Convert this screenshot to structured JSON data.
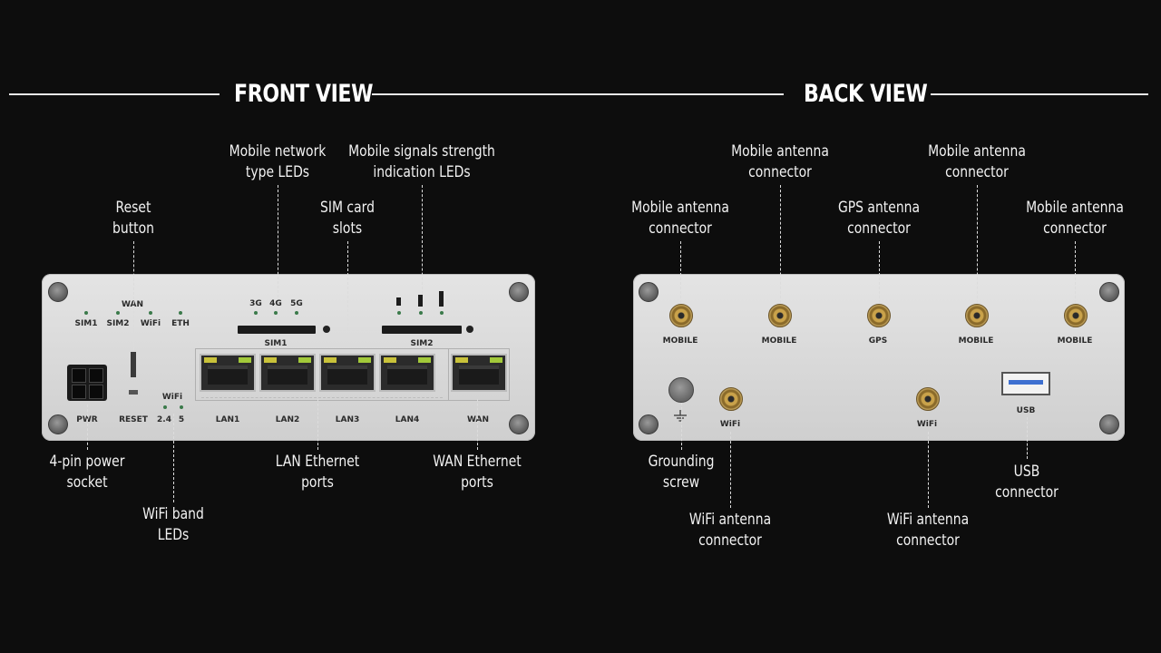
{
  "front": {
    "heading": "FRONT VIEW",
    "callouts": {
      "reset": [
        "Reset",
        "button"
      ],
      "net_type": [
        "Mobile network",
        "type LEDs"
      ],
      "signal": [
        "Mobile signals strength",
        "indication LEDs"
      ],
      "sim": [
        "SIM card",
        "slots"
      ],
      "power": [
        "4-pin power",
        "socket"
      ],
      "wifi_band": [
        "WiFi band",
        "LEDs"
      ],
      "lan": [
        "LAN Ethernet",
        "ports"
      ],
      "wan": [
        "WAN Ethernet",
        "ports"
      ]
    },
    "panel_labels": {
      "wan": "WAN",
      "sim1_led": "SIM1",
      "sim2_led": "SIM2",
      "wifi_led": "WiFi",
      "eth": "ETH",
      "g3": "3G",
      "g4": "4G",
      "g5": "5G",
      "sim1": "SIM1",
      "sim2": "SIM2",
      "pwr": "PWR",
      "reset": "RESET",
      "wifi": "WiFi",
      "b24": "2.4",
      "b5": "5",
      "lan1": "LAN1",
      "lan2": "LAN2",
      "lan3": "LAN3",
      "lan4": "LAN4",
      "wan_port": "WAN"
    }
  },
  "back": {
    "heading": "BACK VIEW",
    "callouts": {
      "mob1": [
        "Mobile antenna",
        "connector"
      ],
      "mob2": [
        "Mobile antenna",
        "connector"
      ],
      "gps": [
        "GPS antenna",
        "connector"
      ],
      "mob3": [
        "Mobile antenna",
        "connector"
      ],
      "mob4": [
        "Mobile antenna",
        "connector"
      ],
      "ground": [
        "Grounding",
        "screw"
      ],
      "wifi1": [
        "WiFi antenna",
        "connector"
      ],
      "wifi2": [
        "WiFi antenna",
        "connector"
      ],
      "usb": [
        "USB",
        "connector"
      ]
    },
    "panel_labels": {
      "mobile1": "MOBILE",
      "mobile2": "MOBILE",
      "gps": "GPS",
      "mobile3": "MOBILE",
      "mobile4": "MOBILE",
      "wifi1": "WiFi",
      "wifi2": "WiFi",
      "usb": "USB"
    }
  },
  "colors": {
    "background": "#0d0d0d",
    "chassis": "#dcdcdc",
    "text": "#ffffff"
  }
}
